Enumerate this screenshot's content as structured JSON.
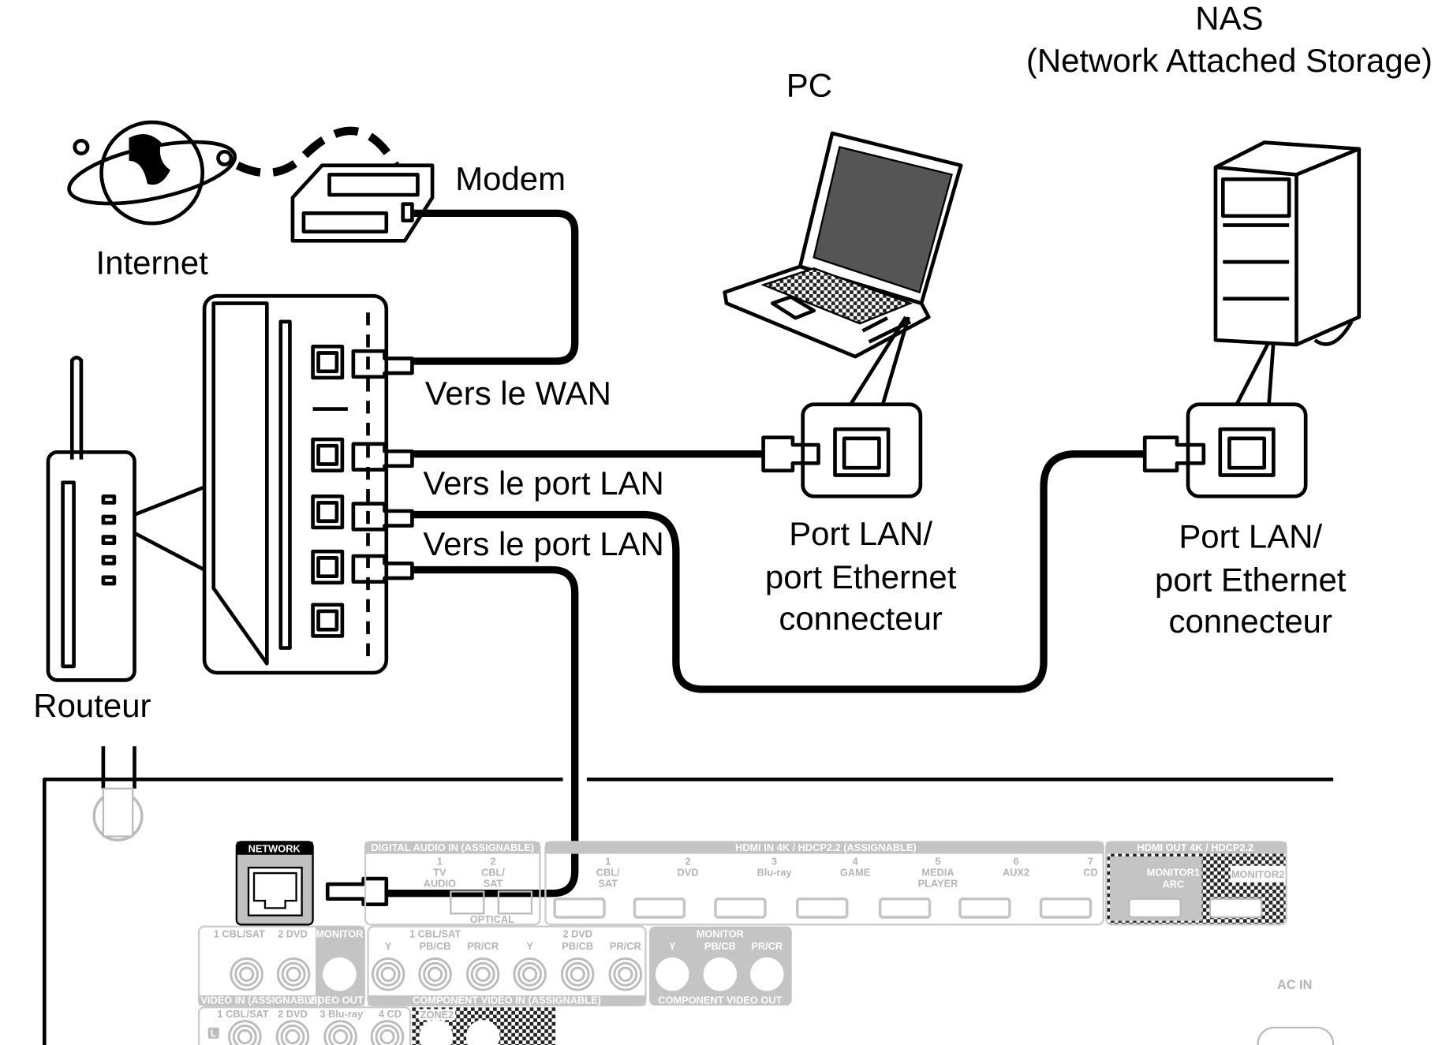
{
  "labels": {
    "nas_title": "NAS",
    "nas_subtitle": "(Network Attached Storage)",
    "pc": "PC",
    "modem": "Modem",
    "internet": "Internet",
    "router": "Routeur",
    "to_wan": "Vers le WAN",
    "to_lan_1": "Vers le port LAN",
    "to_lan_2": "Vers le port LAN",
    "pc_port": [
      "Port LAN/",
      "port Ethernet",
      "connecteur"
    ],
    "nas_port": [
      "Port LAN/",
      "port Ethernet",
      "connecteur"
    ]
  },
  "receiver": {
    "network": "NETWORK",
    "digital_audio": "DIGITAL AUDIO IN (ASSIGNABLE)",
    "digital_inputs": [
      [
        "1",
        "TV",
        "AUDIO"
      ],
      [
        "2",
        "CBL/",
        "SAT"
      ]
    ],
    "optical": "OPTICAL",
    "hdmi_in": "HDMI IN 4K / HDCP2.2 (ASSIGNABLE)",
    "hdmi_inputs": [
      [
        "1",
        "CBL/",
        "SAT"
      ],
      [
        "2",
        "DVD",
        ""
      ],
      [
        "3",
        "Blu-ray",
        ""
      ],
      [
        "4",
        "GAME",
        ""
      ],
      [
        "5",
        "MEDIA",
        "PLAYER"
      ],
      [
        "6",
        "AUX2",
        ""
      ],
      [
        "7",
        "CD",
        ""
      ]
    ],
    "hdmi_out": "HDMI OUT 4K / HDCP2.2",
    "monitor1": "MONITOR1",
    "arc": "ARC",
    "monitor2": "MONITOR2",
    "video_inputs": [
      "1 CBL/SAT",
      "2 DVD"
    ],
    "video_monitor": "MONITOR",
    "video_in": "VIDEO IN (ASSIGNABLE)",
    "video_out": "VIDEO OUT",
    "component_groups": [
      "1 CBL/SAT",
      "2 DVD"
    ],
    "component_channels": [
      "Y",
      "PB/CB",
      "PR/CR"
    ],
    "component_monitor": "MONITOR",
    "component_in": "COMPONENT VIDEO IN (ASSIGNABLE)",
    "component_out": "COMPONENT VIDEO OUT",
    "audio_inputs": [
      "1 CBL/SAT",
      "2 DVD",
      "3 Blu-ray",
      "4 CD"
    ],
    "audio_left": "L",
    "zone2": "ZONE2",
    "ac_in": "AC IN"
  }
}
